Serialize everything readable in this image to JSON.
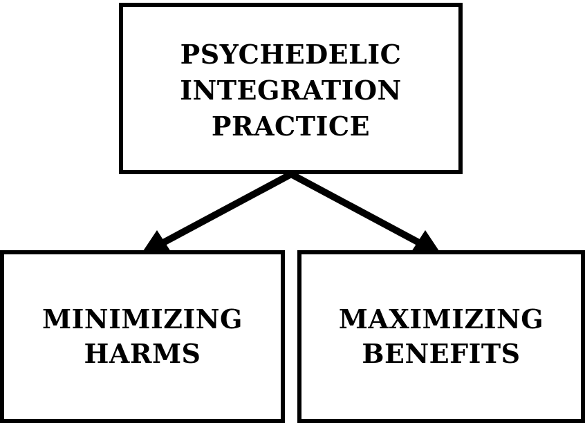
{
  "diagram": {
    "top": {
      "lines": [
        "PSYCHEDELIC",
        "INTEGRATION",
        "PRACTICE"
      ]
    },
    "left": {
      "lines": [
        "MINIMIZING",
        "HARMS"
      ]
    },
    "right": {
      "lines": [
        "MAXIMIZING",
        "BENEFITS"
      ]
    }
  },
  "colors": {
    "stroke": "#000000",
    "background": "#ffffff"
  }
}
